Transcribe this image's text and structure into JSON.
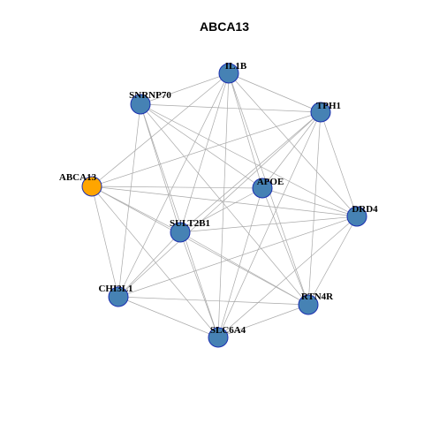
{
  "title": "ABCA13",
  "colors": {
    "node_default": "#4682b4",
    "node_highlight": "#ffa500",
    "node_border": "#1b2fb0",
    "edge": "#a9a9a9"
  },
  "nodes": [
    {
      "id": "IL1B",
      "label": "IL1B",
      "highlight": false
    },
    {
      "id": "SNRNP70",
      "label": "SNRNP70",
      "highlight": false
    },
    {
      "id": "TPH1",
      "label": "TPH1",
      "highlight": false
    },
    {
      "id": "ABCA13",
      "label": "ABCA13",
      "highlight": true
    },
    {
      "id": "APOE",
      "label": "APOE",
      "highlight": false
    },
    {
      "id": "DRD4",
      "label": "DRD4",
      "highlight": false
    },
    {
      "id": "SULT2B1",
      "label": "SULT2B1",
      "highlight": false
    },
    {
      "id": "CHI3L1",
      "label": "CHI3L1",
      "highlight": false
    },
    {
      "id": "RTN4R",
      "label": "RTN4R",
      "highlight": false
    },
    {
      "id": "SLC6A4",
      "label": "SLC6A4",
      "highlight": false
    }
  ],
  "edges": [
    [
      "IL1B",
      "SNRNP70"
    ],
    [
      "IL1B",
      "TPH1"
    ],
    [
      "IL1B",
      "ABCA13"
    ],
    [
      "IL1B",
      "APOE"
    ],
    [
      "IL1B",
      "DRD4"
    ],
    [
      "IL1B",
      "SULT2B1"
    ],
    [
      "IL1B",
      "CHI3L1"
    ],
    [
      "IL1B",
      "RTN4R"
    ],
    [
      "IL1B",
      "SLC6A4"
    ],
    [
      "SNRNP70",
      "TPH1"
    ],
    [
      "SNRNP70",
      "APOE"
    ],
    [
      "SNRNP70",
      "DRD4"
    ],
    [
      "SNRNP70",
      "SULT2B1"
    ],
    [
      "SNRNP70",
      "CHI3L1"
    ],
    [
      "SNRNP70",
      "RTN4R"
    ],
    [
      "SNRNP70",
      "SLC6A4"
    ],
    [
      "TPH1",
      "ABCA13"
    ],
    [
      "TPH1",
      "APOE"
    ],
    [
      "TPH1",
      "DRD4"
    ],
    [
      "TPH1",
      "SULT2B1"
    ],
    [
      "TPH1",
      "CHI3L1"
    ],
    [
      "TPH1",
      "RTN4R"
    ],
    [
      "TPH1",
      "SLC6A4"
    ],
    [
      "ABCA13",
      "APOE"
    ],
    [
      "ABCA13",
      "DRD4"
    ],
    [
      "ABCA13",
      "SULT2B1"
    ],
    [
      "ABCA13",
      "CHI3L1"
    ],
    [
      "ABCA13",
      "RTN4R"
    ],
    [
      "ABCA13",
      "SLC6A4"
    ],
    [
      "APOE",
      "DRD4"
    ],
    [
      "APOE",
      "SULT2B1"
    ],
    [
      "APOE",
      "RTN4R"
    ],
    [
      "APOE",
      "SLC6A4"
    ],
    [
      "DRD4",
      "SULT2B1"
    ],
    [
      "DRD4",
      "CHI3L1"
    ],
    [
      "DRD4",
      "RTN4R"
    ],
    [
      "DRD4",
      "SLC6A4"
    ],
    [
      "SULT2B1",
      "CHI3L1"
    ],
    [
      "SULT2B1",
      "RTN4R"
    ],
    [
      "SULT2B1",
      "SLC6A4"
    ],
    [
      "CHI3L1",
      "RTN4R"
    ],
    [
      "CHI3L1",
      "SLC6A4"
    ],
    [
      "RTN4R",
      "SLC6A4"
    ]
  ]
}
